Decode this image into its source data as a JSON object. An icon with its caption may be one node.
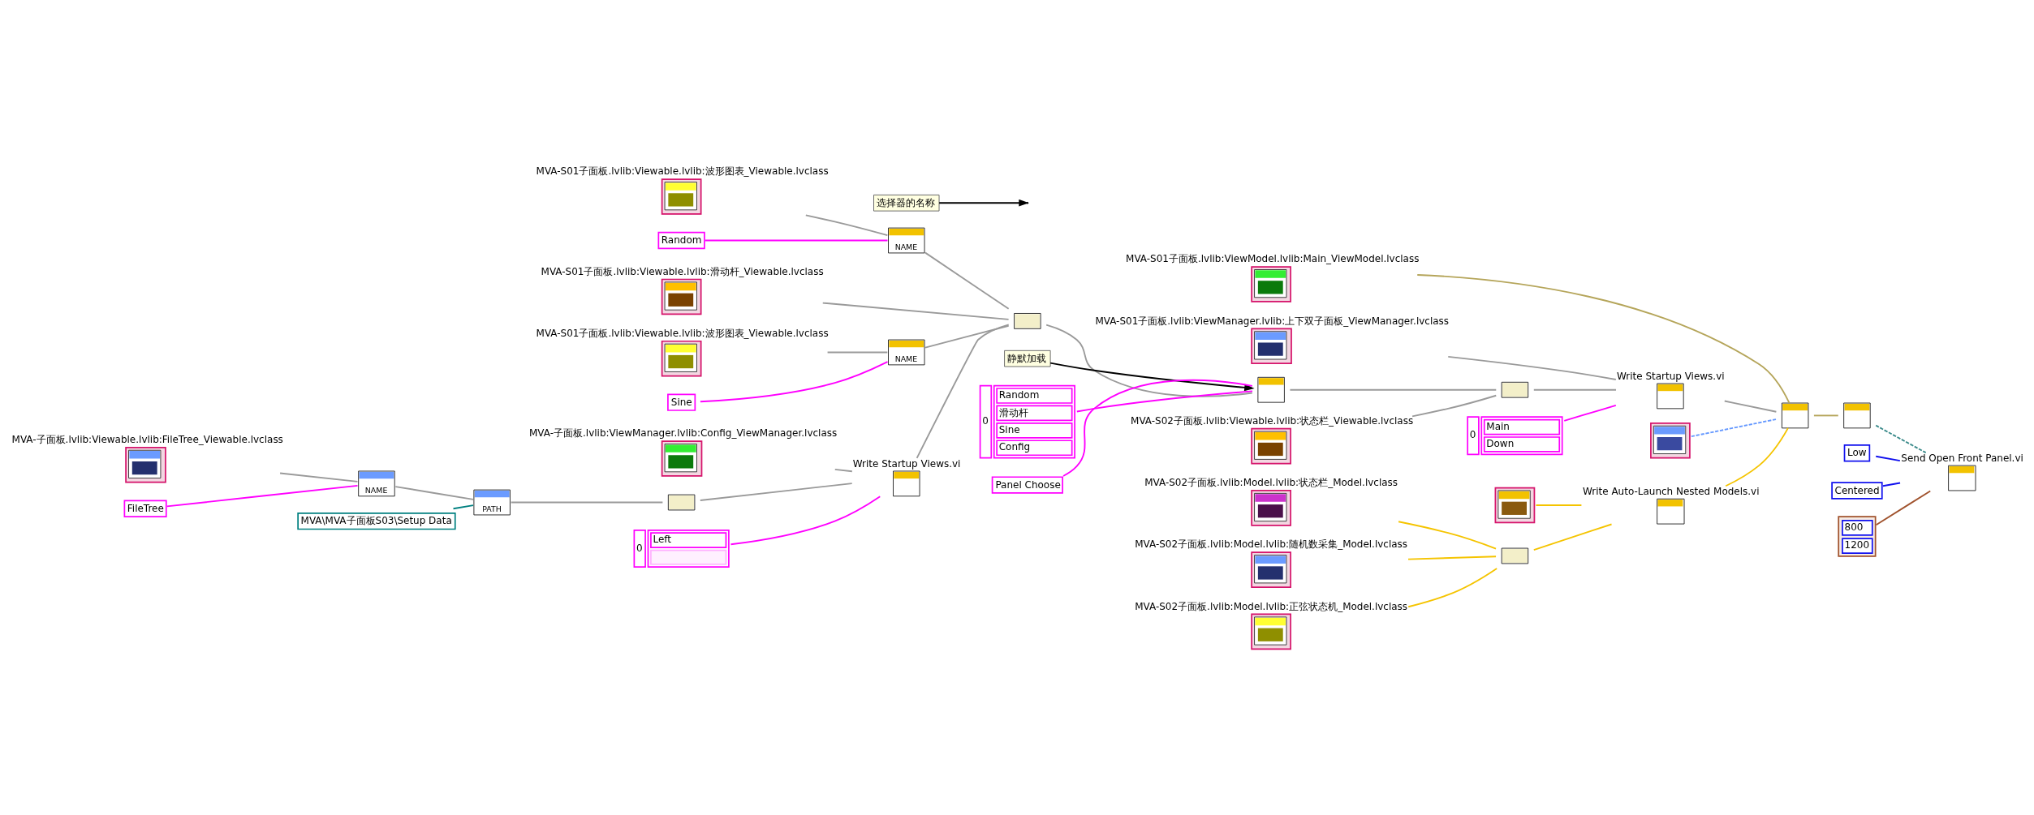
{
  "diagram": {
    "nodes": [
      {
        "text": [
          "MVA-S01子面板.lvlib:ViewModel.lvlib:Main_ViewModel.lvclass"
        ]
      },
      {
        "text": [
          "Low"
        ]
      },
      {
        "text": [
          "Send Open Front Panel.vi"
        ]
      },
      {
        "text": [],
        "shape": "picture"
      },
      {
        "text": [],
        "shape": "picture"
      },
      {
        "text": [
          "MVA-S01子面板.lvlib:ViewManager.lvlib:上下双子面板_ViewManager.lvclass"
        ]
      },
      {
        "text": [
          "Centered"
        ]
      },
      {
        "text": [
          "Write Startup Views.vi"
        ]
      },
      {
        "text": [],
        "shape": "picture"
      },
      {
        "text": [],
        "shape": "picture"
      },
      {
        "text": [
          "800",
          "1200"
        ]
      },
      {
        "text": [
          "0",
          "Main",
          "Down"
        ]
      },
      {
        "text": [
          "MVA-S01子面板.lvlib:Viewable.lvlib:波形图表_Viewable.lvclass"
        ]
      },
      {
        "text": [
          "Random"
        ]
      },
      {
        "text": [
          "NAME"
        ]
      },
      {
        "text": [],
        "shape": "picture"
      },
      {
        "text": [],
        "shape": "picture"
      },
      {
        "text": [
          "静默加载"
        ]
      },
      {
        "text": [],
        "shape": "picture"
      },
      {
        "text": [
          "Write Auto-Launch Nested Models.vi"
        ]
      },
      {
        "text": [
          "MVA-S01子面板.lvlib:Viewable.lvlib:滑动杆_Viewable.lvclass"
        ]
      },
      {
        "text": [
          "MVA-S02子面板.lvlib:Viewable.lvlib:状态栏_Viewable.lvclass"
        ]
      },
      {
        "text": [
          "MVA-S02子面板.lvlib:Model.lvlib:状态栏_Model.lvclass"
        ]
      },
      {
        "text": [],
        "shape": "picture"
      },
      {
        "text": [
          "0",
          "Random",
          "滑动杆",
          "Sine",
          "Config"
        ]
      },
      {
        "text": [
          "MVA-S01子面板.lvlib:Viewable.lvlib:波形图表_Viewable.lvclass"
        ]
      },
      {
        "text": [
          "Sine"
        ]
      },
      {
        "text": [
          "NAME"
        ]
      },
      {
        "text": [
          "选择器的名称"
        ]
      },
      {
        "text": [
          "Panel Choose"
        ]
      },
      {
        "text": [
          "MVA-S02子面板.lvlib:Model.lvlib:随机数采集_Model.lvclass"
        ]
      },
      {
        "text": [
          "MVA-子面板.lvlib:ViewManager.lvlib:Config_ViewManager.lvclass"
        ]
      },
      {
        "text": [
          "Write Startup Views.vi"
        ]
      },
      {
        "text": [
          "MVA-S02子面板.lvlib:Model.lvlib:正弦状态机_Model.lvclass"
        ]
      },
      {
        "text": [
          "MVA-子面板.lvlib:Viewable.lvlib:FileTree_Viewable.lvclass"
        ]
      },
      {
        "text": [
          "NAME"
        ]
      },
      {
        "text": [
          "PATH"
        ]
      },
      {
        "text": [],
        "shape": "picture"
      },
      {
        "text": [
          "FileTree"
        ]
      },
      {
        "text": [
          "MVA\\MVA子面板S03\\Setup Data"
        ]
      },
      {
        "text": [
          "0",
          "Left"
        ]
      }
    ],
    "edges": [
      {
        "from": 0,
        "to": 3,
        "arrow": "none",
        "color": "#b5a55a"
      },
      {
        "from": 7,
        "to": 3,
        "arrow": "none"
      },
      {
        "from": 19,
        "to": 3,
        "arrow": "none",
        "color": "#f5c400"
      },
      {
        "from": 9,
        "to": 3,
        "arrow": "none",
        "style": "dashed",
        "color": "#6699ff"
      },
      {
        "from": 3,
        "to": 4,
        "arrow": "none",
        "color": "#b5a55a"
      },
      {
        "from": 4,
        "to": 2,
        "arrow": "none",
        "style": "dashed",
        "color": "#3a8a8a"
      },
      {
        "from": 1,
        "to": 2,
        "arrow": "none",
        "color": "#1010ee"
      },
      {
        "from": 6,
        "to": 2,
        "arrow": "none",
        "color": "#1010ee"
      },
      {
        "from": 10,
        "to": 2,
        "arrow": "none",
        "color": "#a0522d"
      },
      {
        "from": 5,
        "to": 7,
        "arrow": "none"
      },
      {
        "from": 8,
        "to": 7,
        "arrow": "none"
      },
      {
        "from": 11,
        "to": 7,
        "arrow": "none",
        "color": "#ff00ff"
      },
      {
        "from": 16,
        "to": 8,
        "arrow": "none"
      },
      {
        "from": 21,
        "to": 8,
        "arrow": "none"
      },
      {
        "from": 15,
        "to": 16,
        "arrow": "none"
      },
      {
        "from": 24,
        "to": 16,
        "arrow": "none",
        "color": "#ff00ff"
      },
      {
        "from": 29,
        "to": 16,
        "arrow": "none",
        "color": "#ff00ff"
      },
      {
        "from": 17,
        "to": 16,
        "arrow": "to",
        "color": "#000000"
      },
      {
        "from": 28,
        "to": null,
        "arrow": "to",
        "color": "#000000"
      },
      {
        "from": 12,
        "to": 14,
        "arrow": "none"
      },
      {
        "from": 13,
        "to": 14,
        "arrow": "none",
        "color": "#ff00ff"
      },
      {
        "from": 14,
        "to": 15,
        "arrow": "none"
      },
      {
        "from": 20,
        "to": 15,
        "arrow": "none"
      },
      {
        "from": 25,
        "to": 27,
        "arrow": "none"
      },
      {
        "from": 26,
        "to": 27,
        "arrow": "none",
        "color": "#ff00ff"
      },
      {
        "from": 27,
        "to": 15,
        "arrow": "none"
      },
      {
        "from": 32,
        "to": 15,
        "arrow": "none"
      },
      {
        "from": 31,
        "to": 32,
        "arrow": "none"
      },
      {
        "from": 37,
        "to": 32,
        "arrow": "none"
      },
      {
        "from": 40,
        "to": 32,
        "arrow": "none",
        "color": "#ff00ff"
      },
      {
        "from": 34,
        "to": 35,
        "arrow": "none"
      },
      {
        "from": 38,
        "to": 35,
        "arrow": "none",
        "color": "#ff00ff"
      },
      {
        "from": 35,
        "to": 36,
        "arrow": "none"
      },
      {
        "from": 39,
        "to": 36,
        "arrow": "none",
        "color": "#008080"
      },
      {
        "from": 36,
        "to": 37,
        "arrow": "none"
      },
      {
        "from": 18,
        "to": 19,
        "arrow": "none",
        "color": "#f5c400"
      },
      {
        "from": 23,
        "to": 19,
        "arrow": "none",
        "color": "#f5c400"
      },
      {
        "from": 22,
        "to": 23,
        "arrow": "none",
        "color": "#f5c400"
      },
      {
        "from": 30,
        "to": 23,
        "arrow": "none",
        "color": "#f5c400"
      },
      {
        "from": 33,
        "to": 23,
        "arrow": "none",
        "color": "#f5c400"
      }
    ]
  }
}
